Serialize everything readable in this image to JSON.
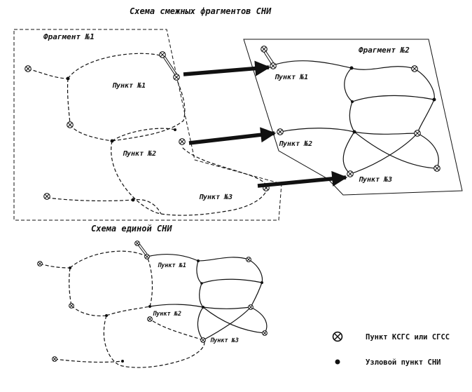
{
  "top_title": "Схема смежных фрагментов СНИ",
  "fragment1_label": "Фрагмент №1",
  "fragment2_label": "Фрагмент №2",
  "frag1_points": [
    "Пункт №1",
    "Пункт №2",
    "Пункт №3"
  ],
  "frag2_points": [
    "Пункт №1",
    "Пункт №2",
    "Пункт №3"
  ],
  "bottom_title": "Схема единой СНИ",
  "unified_points": [
    "Пункт №1",
    "Пункт №2",
    "Пункт №3"
  ],
  "legend": {
    "kgs_label": "Пункт КСГС или СГСС",
    "node_label": "Узловой пункт СНИ"
  }
}
